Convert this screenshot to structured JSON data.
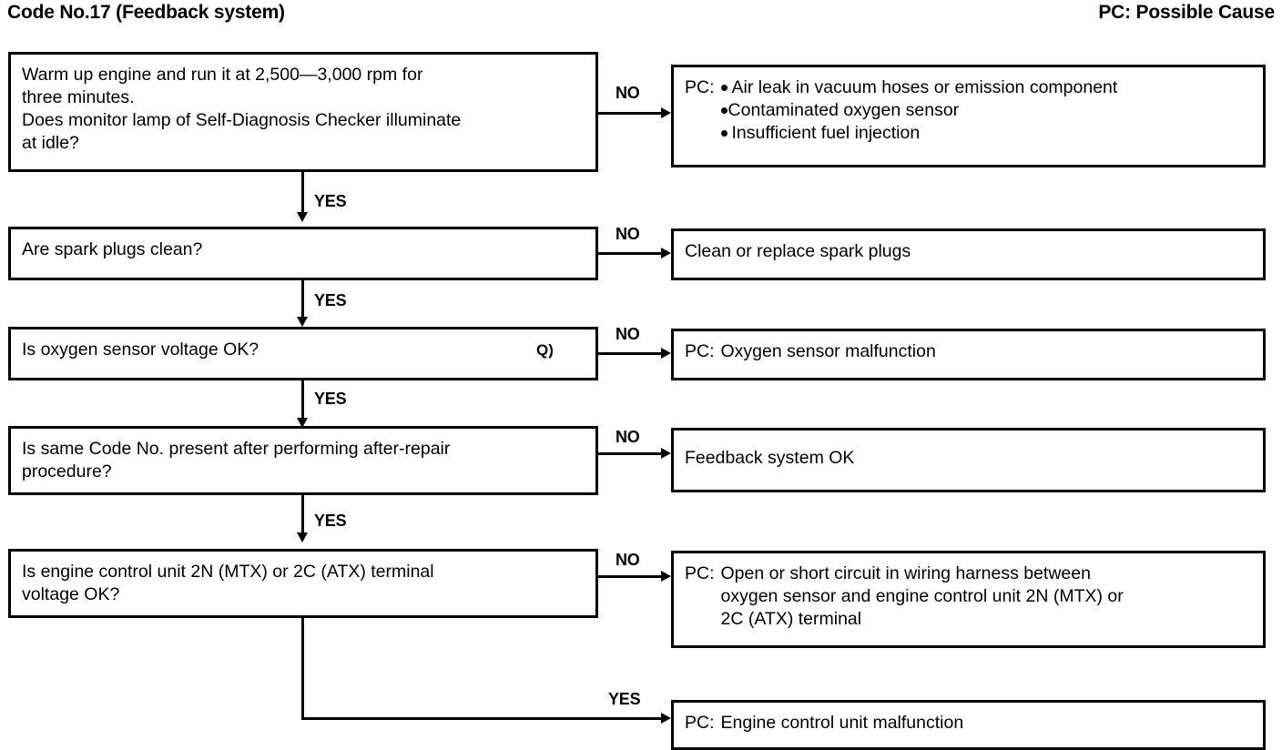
{
  "header": {
    "title": "Code No.17 (Feedback system)",
    "legend": "PC: Possible Cause"
  },
  "labels": {
    "yes": "YES",
    "no": "NO",
    "pc": "PC:"
  },
  "artifact": {
    "mark": "Q)"
  },
  "steps": [
    {
      "id": "step-1",
      "question_lines": [
        "Warm up engine and run it at 2,500—3,000 rpm for",
        "three minutes.",
        "Does monitor lamp of Self-Diagnosis Checker illuminate",
        "at idle?"
      ],
      "no_label": "NO",
      "yes_label": "YES",
      "result": {
        "id": "result-1",
        "prefix": "PC:",
        "bullets": [
          "Air leak in vacuum hoses or emission component",
          "Contaminated oxygen sensor",
          "Insufficient fuel injection"
        ]
      }
    },
    {
      "id": "step-2",
      "question_lines": [
        "Are spark plugs clean?"
      ],
      "no_label": "NO",
      "yes_label": "YES",
      "result": {
        "id": "result-2",
        "prefix": "",
        "lines": [
          "Clean or replace spark plugs"
        ]
      }
    },
    {
      "id": "step-3",
      "question_lines": [
        "Is oxygen sensor voltage OK?"
      ],
      "no_label": "NO",
      "yes_label": "YES",
      "result": {
        "id": "result-3",
        "prefix": "PC:",
        "lines": [
          "Oxygen sensor malfunction"
        ]
      }
    },
    {
      "id": "step-4",
      "question_lines": [
        "Is same Code No. present after performing after-repair",
        "procedure?"
      ],
      "no_label": "NO",
      "yes_label": "YES",
      "result": {
        "id": "result-4",
        "prefix": "",
        "lines": [
          "Feedback system OK"
        ]
      }
    },
    {
      "id": "step-5",
      "question_lines": [
        "Is engine control unit 2N (MTX) or 2C (ATX) terminal",
        "voltage OK?"
      ],
      "no_label": "NO",
      "yes_label": "YES",
      "result": {
        "id": "result-5",
        "prefix": "PC:",
        "lines": [
          "Open or short circuit in wiring harness between",
          "oxygen sensor and engine control unit 2N (MTX) or",
          "2C (ATX) terminal"
        ]
      }
    }
  ],
  "final": {
    "id": "result-final",
    "edge_label": "YES",
    "prefix": "PC:",
    "lines": [
      "Engine control unit malfunction"
    ]
  },
  "colors": {
    "ink": "#000000",
    "paper": "#ffffff"
  }
}
